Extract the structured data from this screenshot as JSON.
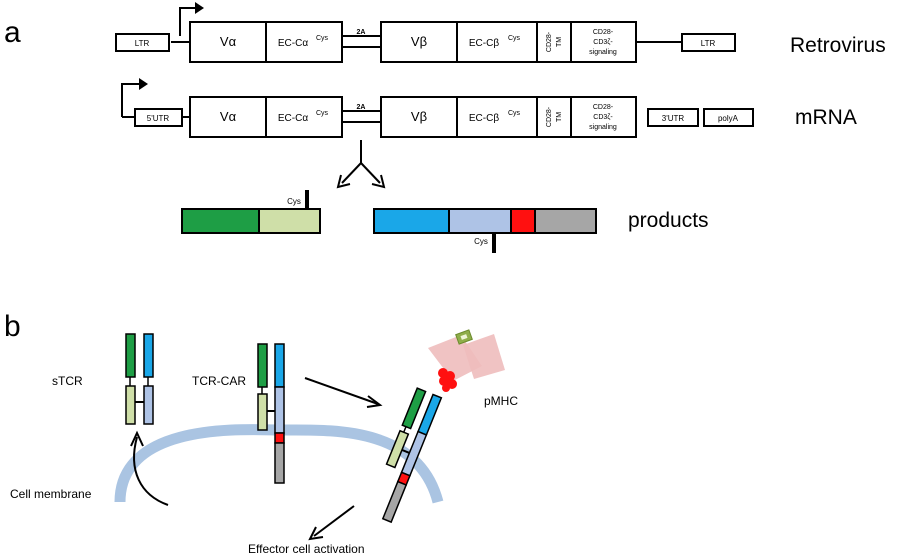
{
  "panel_a": {
    "label": "a",
    "retrovirus": {
      "row_label": "Retrovirus",
      "ltr_left": "LTR",
      "v_alpha": "Vα",
      "ec_c_alpha": "EC-Cα",
      "cys_sup_alpha": "Cys",
      "link_2a": "2A",
      "v_beta": "Vβ",
      "ec_c_beta": "EC-Cβ",
      "cys_sup_beta": "Cys",
      "tm_line1": "CD28-",
      "tm_line2": "TM",
      "sig_line1": "CD28-",
      "sig_line2": "CD3ζ-",
      "sig_line3": "signaling",
      "ltr_right": "LTR"
    },
    "mrna": {
      "row_label": "mRNA",
      "utr5": "5'UTR",
      "v_alpha": "Vα",
      "ec_c_alpha": "EC-Cα",
      "cys_sup_alpha": "Cys",
      "link_2a": "2A",
      "v_beta": "Vβ",
      "ec_c_beta": "EC-Cβ",
      "cys_sup_beta": "Cys",
      "tm_line1": "CD28-",
      "tm_line2": "TM",
      "sig_line1": "CD28-",
      "sig_line2": "CD3ζ-",
      "sig_line3": "signaling",
      "utr3": "3'UTR",
      "polya": "polyA"
    },
    "products": {
      "row_label": "products",
      "cys_top": "Cys",
      "cys_bottom": "Cys"
    }
  },
  "panel_b": {
    "label": "b",
    "stcr": "sTCR",
    "tcr_car": "TCR-CAR",
    "pmhc": "pMHC",
    "cell_membrane": "Cell membrane",
    "effector": "Effector cell activation"
  },
  "colors": {
    "dark_green": "#1e9e45",
    "light_green": "#cfdfa8",
    "blue": "#1aa7e8",
    "light_blue": "#aec3e6",
    "red": "#ff1010",
    "gray": "#a6a6a6",
    "membrane": "#aac4e2",
    "pmhc_pink": "#eebcbc",
    "peptide_green": "#8fae4a"
  }
}
